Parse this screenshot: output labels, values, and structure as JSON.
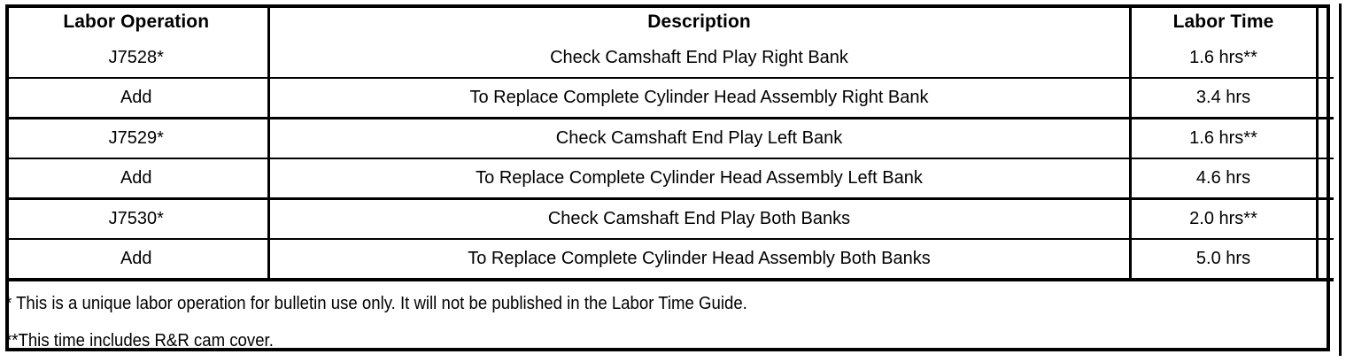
{
  "table": {
    "headers": {
      "operation": "Labor Operation",
      "description": "Description",
      "time": "Labor Time",
      "spacer": ""
    },
    "rows": [
      {
        "operation": "J7528*",
        "description": "Check Camshaft End Play Right Bank",
        "time": "1.6 hrs**",
        "spacer": ""
      },
      {
        "operation": "Add",
        "description": "To Replace Complete Cylinder Head Assembly Right Bank",
        "time": "3.4 hrs",
        "spacer": ""
      },
      {
        "operation": "J7529*",
        "description": "Check Camshaft End Play Left Bank",
        "time": "1.6 hrs**",
        "spacer": ""
      },
      {
        "operation": "Add",
        "description": "To Replace Complete Cylinder Head Assembly Left Bank",
        "time": "4.6 hrs",
        "spacer": ""
      },
      {
        "operation": "J7530*",
        "description": "Check Camshaft End Play Both Banks",
        "time": "2.0 hrs**",
        "spacer": ""
      },
      {
        "operation": "Add",
        "description": "To Replace Complete Cylinder Head Assembly Both Banks",
        "time": "5.0 hrs",
        "spacer": ""
      }
    ],
    "footnotes": {
      "single_asterisk": "* This is a unique labor operation for bulletin use only. It will not be published in the Labor Time Guide.",
      "double_asterisk": "**This time includes R&R cam cover."
    }
  },
  "colors": {
    "ink": "#000000",
    "paper": "#ffffff"
  }
}
